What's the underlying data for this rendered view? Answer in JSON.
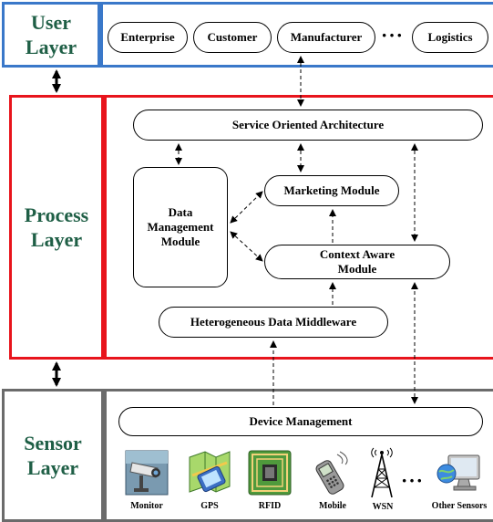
{
  "colors": {
    "user_layer": "#3a78c9",
    "process_layer": "#e8141c",
    "sensor_layer": "#6b6b6b",
    "layer_title": "#1f5f46"
  },
  "user_layer": {
    "title": "User\nLayer",
    "actors": [
      "Enterprise",
      "Customer",
      "Manufacturer",
      "Logistics"
    ],
    "ellipsis": "···"
  },
  "process_layer": {
    "title": "Process\nLayer",
    "soa": "Service Oriented Architecture",
    "data_management": "Data\nManagement\nModule",
    "marketing": "Marketing Module",
    "context_aware": "Context Aware\nModule",
    "middleware": "Heterogeneous Data Middleware"
  },
  "sensor_layer": {
    "title": "Sensor\nLayer",
    "device_management": "Device Management",
    "devices": [
      {
        "label": "Monitor",
        "icon": "monitor-camera-icon"
      },
      {
        "label": "GPS",
        "icon": "gps-map-icon"
      },
      {
        "label": "RFID",
        "icon": "rfid-chip-icon"
      },
      {
        "label": "Mobile",
        "icon": "mobile-phone-icon"
      },
      {
        "label": "WSN",
        "icon": "wsn-tower-icon"
      },
      {
        "label": "Other Sensors",
        "icon": "other-sensors-icon"
      }
    ],
    "ellipsis": "···"
  }
}
